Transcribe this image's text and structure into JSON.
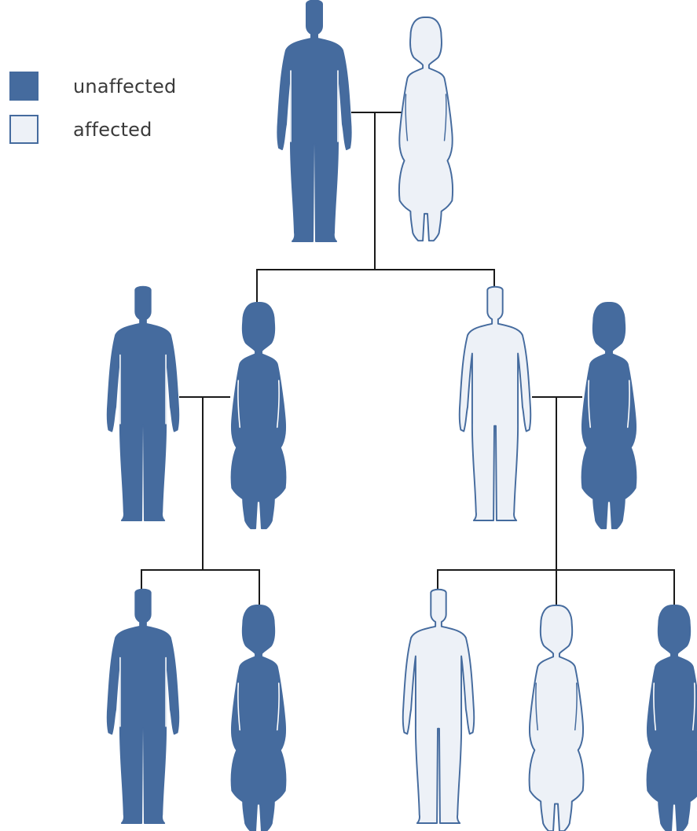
{
  "legend": {
    "unaffected": {
      "label": "unaffected",
      "fill": "#456b9e",
      "stroke": "#456b9e"
    },
    "affected": {
      "label": "affected",
      "fill": "#edf1f7",
      "stroke": "#456b9e"
    }
  },
  "line_color": "#1a1a1a",
  "people": [
    {
      "id": "gen1-father",
      "sex": "male",
      "status": "unaffected"
    },
    {
      "id": "gen1-mother",
      "sex": "female",
      "status": "affected"
    },
    {
      "id": "gen2-son",
      "sex": "male",
      "status": "unaffected"
    },
    {
      "id": "gen2-son-wife",
      "sex": "female",
      "status": "unaffected"
    },
    {
      "id": "gen2-son2",
      "sex": "male",
      "status": "affected"
    },
    {
      "id": "gen2-son2-wife",
      "sex": "female",
      "status": "unaffected"
    },
    {
      "id": "gen3-grandson-1",
      "sex": "male",
      "status": "unaffected"
    },
    {
      "id": "gen3-granddaughter-1",
      "sex": "female",
      "status": "unaffected"
    },
    {
      "id": "gen3-grandson-2",
      "sex": "male",
      "status": "affected"
    },
    {
      "id": "gen3-granddaughter-2",
      "sex": "female",
      "status": "affected"
    },
    {
      "id": "gen3-granddaughter-3",
      "sex": "female",
      "status": "unaffected"
    }
  ]
}
